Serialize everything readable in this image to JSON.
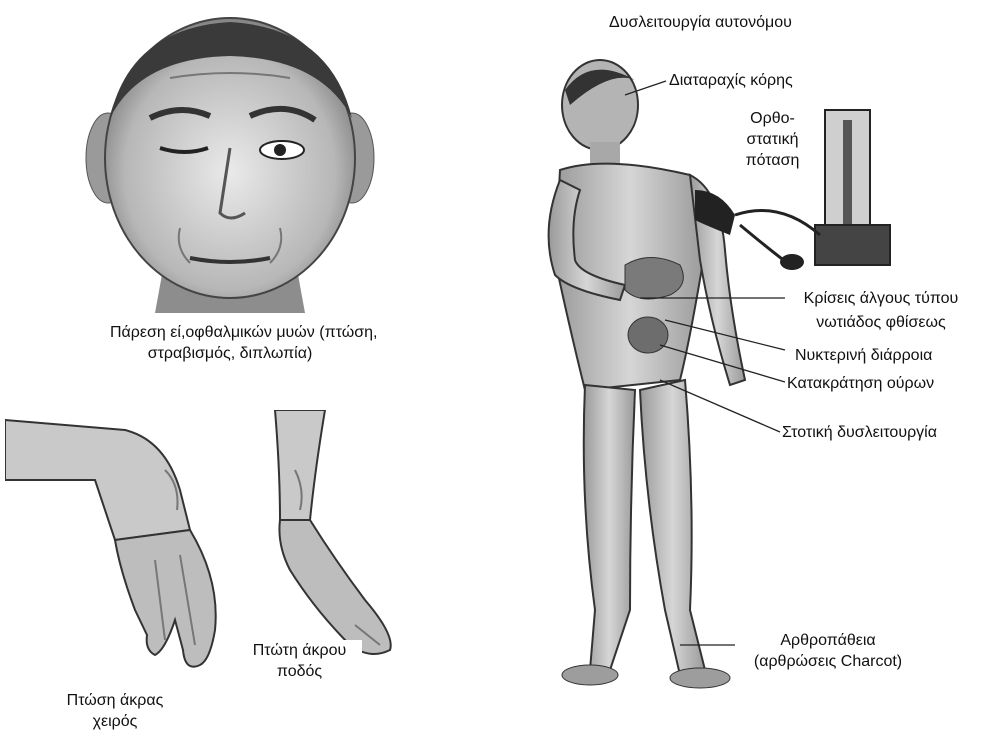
{
  "face_caption_line1": "Πάρεση εί,οφθαλμικών μυών (πτώση,",
  "face_caption_line2": "στραβισμός, διπλωπία)",
  "wrist_caption_line1": "Πτώση άκρας",
  "wrist_caption_line2": "χειρός",
  "foot_caption_line1": "Πτώτη άκρου",
  "foot_caption_line2": "ποδός",
  "autonomic_title": "Δυσλειτουργία αυτονόμου",
  "pupil_label": "Διαταραχίς κόρης",
  "ortho_line1": "Ορθο-",
  "ortho_line2": "στατική",
  "ortho_line3": "πόταση",
  "crises_line1": "Κρίσεις άλγους τύπου",
  "crises_line2": "νωτιάδος φθίσεως",
  "diarrhea_label": "Νυκτερινή διάρροια",
  "retention_label": "Κατακράτηση ούρων",
  "sexual_label": "Στοτική δυσλειτουργία",
  "charcot_line1": "Αρθροπάθεια",
  "charcot_line2": "(αρθρώσεις Charcot)"
}
